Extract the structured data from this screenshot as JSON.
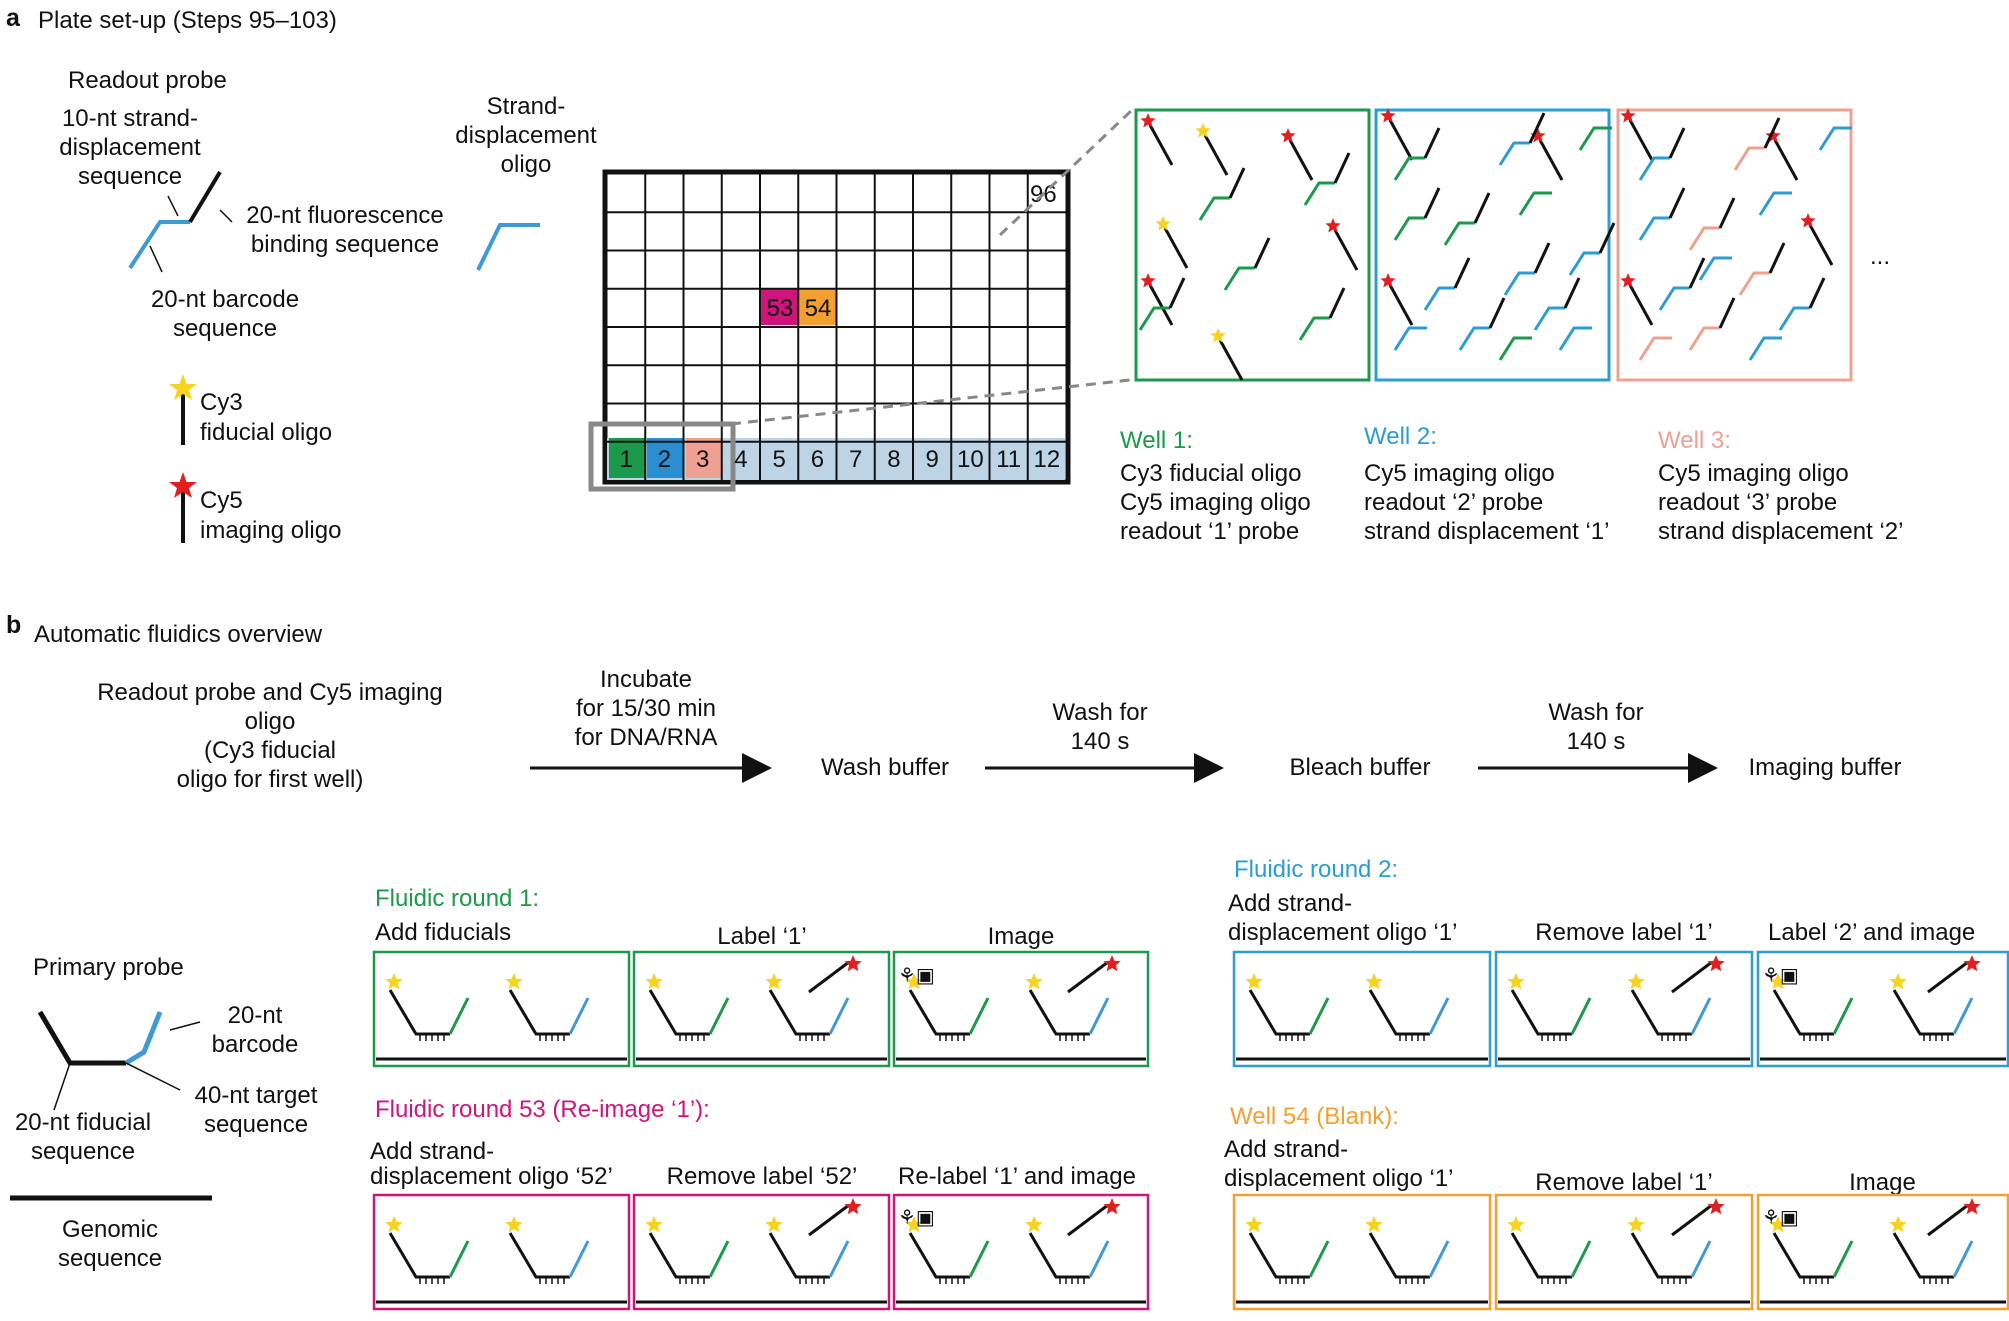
{
  "panel_a": {
    "letter": "a",
    "title": "Plate set-up (Steps 95–103)",
    "readout_probe": "Readout probe",
    "strand_disp_seq": [
      "10-nt strand-",
      "displacement",
      "sequence"
    ],
    "fluor_binding_seq": [
      "20-nt fluorescence",
      "binding sequence"
    ],
    "barcode_seq": [
      "20-nt barcode",
      "sequence"
    ],
    "strand_disp_oligo": [
      "Strand-",
      "displacement",
      "oligo"
    ],
    "cy3": [
      "Cy3",
      "fiducial oligo"
    ],
    "cy5": [
      "Cy5",
      "imaging oligo"
    ],
    "plate_corner": "96",
    "well_53": "53",
    "well_54": "54",
    "bottom_row": [
      "1",
      "2",
      "3",
      "4",
      "5",
      "6",
      "7",
      "8",
      "9",
      "10",
      "11",
      "12"
    ],
    "ellipsis": "...",
    "wells": [
      {
        "title": "Well 1:",
        "lines": [
          "Cy3 fiducial oligo",
          "Cy5 imaging oligo",
          "readout ‘1’ probe"
        ]
      },
      {
        "title": "Well 2:",
        "lines": [
          "Cy5 imaging oligo",
          "readout ‘2’ probe",
          "strand displacement ‘1’"
        ]
      },
      {
        "title": "Well 3:",
        "lines": [
          "Cy5 imaging oligo",
          "readout ‘3’ probe",
          "strand displacement ‘2’"
        ]
      }
    ]
  },
  "panel_b": {
    "letter": "b",
    "title": "Automatic fluidics overview",
    "step1": [
      "Readout probe and Cy5 imaging",
      "oligo",
      "(Cy3 fiducial",
      "oligo for first well)"
    ],
    "arrow1": [
      "Incubate",
      "for 15/30 min",
      "for DNA/RNA"
    ],
    "step2": "Wash buffer",
    "arrow2": [
      "Wash for",
      "140 s"
    ],
    "step3": "Bleach buffer",
    "arrow3": [
      "Wash for",
      "140 s"
    ],
    "step4": "Imaging buffer",
    "primary_probe": "Primary probe",
    "barcode": [
      "20-nt",
      "barcode"
    ],
    "target": [
      "40-nt target",
      "sequence"
    ],
    "fiducial_seq": [
      "20-nt fiducial",
      "sequence"
    ],
    "genomic": [
      "Genomic",
      "sequence"
    ],
    "round1": {
      "title": "Fluidic round 1:",
      "labels": [
        "Add fiducials",
        "Label ‘1’",
        "Image"
      ]
    },
    "round2": {
      "title": "Fluidic round 2:",
      "labels": [
        "Add strand-",
        "displacement oligo ‘1’",
        "Remove label ‘1’",
        "Label ‘2’ and image"
      ]
    },
    "round53": {
      "title": "Fluidic round 53 (Re-image ‘1’):",
      "labels": [
        "Add strand-",
        "displacement oligo ‘52’",
        "Remove label ‘52’",
        "Re-label ‘1’ and image"
      ]
    },
    "well54": {
      "title": "Well 54 (Blank):",
      "labels": [
        "Add strand-",
        "displacement oligo ‘1’",
        "Remove label ‘1’",
        "Image"
      ]
    }
  },
  "colors": {
    "green": "#1a9a4a",
    "blue": "#2a8fd0",
    "salmon": "#f0a090",
    "magenta": "#d0157a",
    "orange": "#f4a030",
    "purple": "#6a3a9a",
    "light_blue": "#bcd4e6",
    "grey": "#888888",
    "star_red": "#e02020",
    "star_yellow": "#f7d21e"
  }
}
